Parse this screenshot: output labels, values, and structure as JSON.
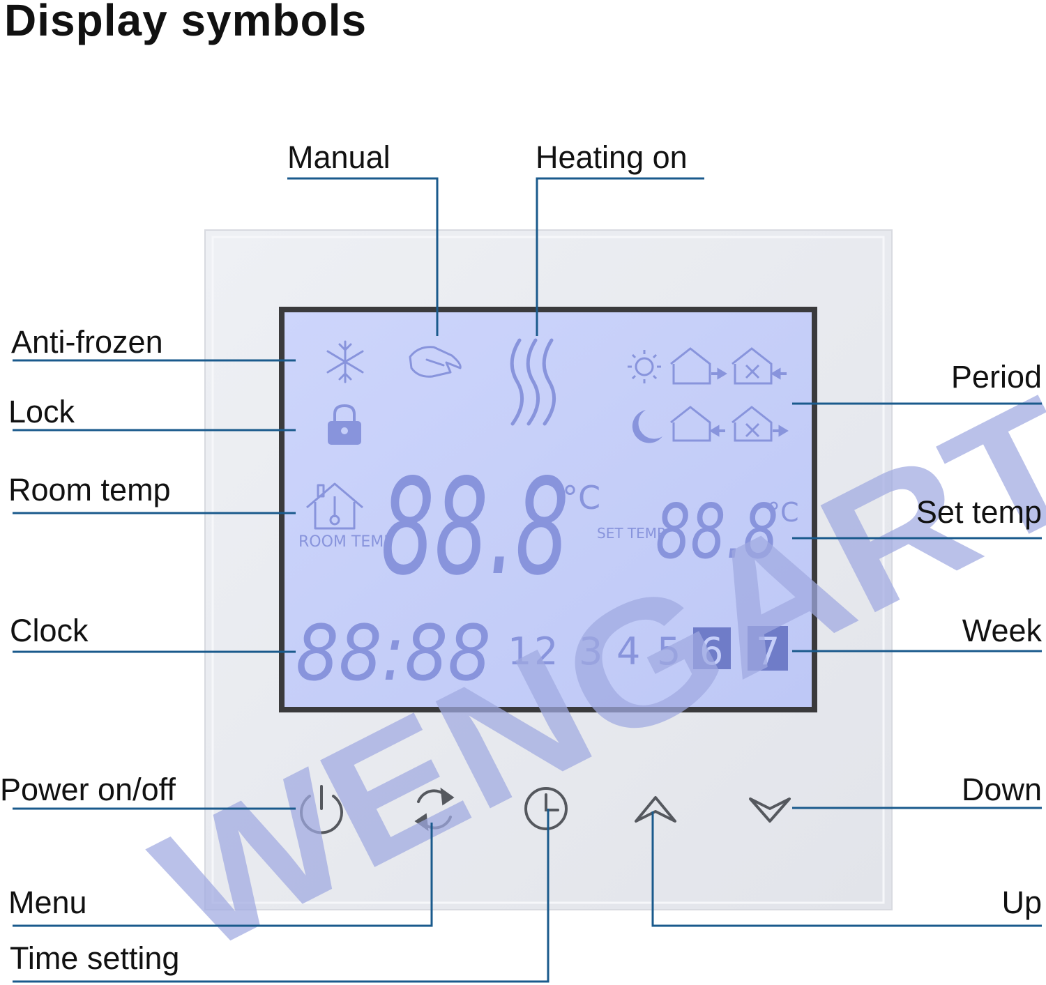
{
  "title": "Display symbols",
  "labels": {
    "manual": "Manual",
    "heating_on": "Heating on",
    "anti_frozen": "Anti-frozen",
    "lock": "Lock",
    "room_temp": "Room temp",
    "clock": "Clock",
    "power": "Power on/off",
    "menu": "Menu",
    "time_setting": "Time setting",
    "period": "Period",
    "set_temp": "Set temp",
    "week": "Week",
    "down": "Down",
    "up": "Up"
  },
  "lcd": {
    "room_temp_caption": "ROOM TEMP",
    "set_temp_caption": "SET TEMP",
    "room_temp_value": "88.8",
    "set_temp_value": "88.8",
    "unit": "°C",
    "clock_value": "88:88",
    "weekdays": [
      "1",
      "2",
      "3",
      "4",
      "5",
      "6",
      "7"
    ],
    "highlighted_days": [
      "6",
      "7"
    ]
  },
  "watermark": "WENGART",
  "colors": {
    "leader_line": "#1a5a8c",
    "lcd_background": "#c6cff9",
    "lcd_segment": "#8894dc",
    "watermark": "#9fa9e0"
  }
}
